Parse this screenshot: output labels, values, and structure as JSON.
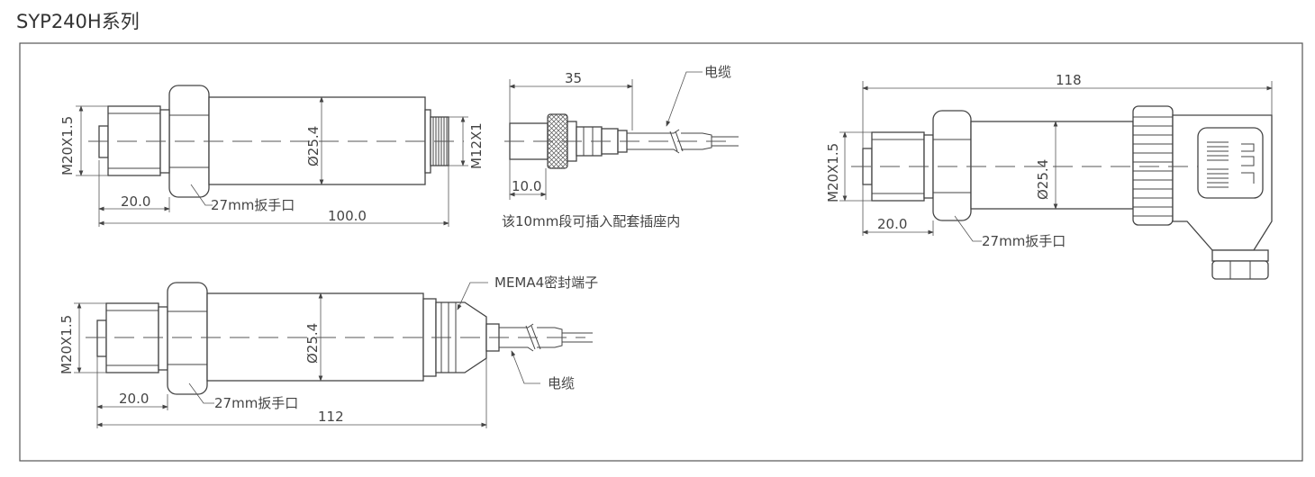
{
  "title": "SYP240H系列",
  "drawing1": {
    "thread": "M20X1.5",
    "hex_dim": "20.0",
    "wrench": "27mm扳手口",
    "length": "100.0",
    "diameter": "Ø25.4",
    "connector_thread": "M12X1"
  },
  "drawing2": {
    "length": "35",
    "cable": "电缆",
    "insert_length": "10.0",
    "note": "该10mm段可插入配套插座内"
  },
  "drawing3": {
    "length": "118",
    "thread": "M20X1.5",
    "diameter": "Ø25.4",
    "hex_dim": "20.0",
    "wrench": "27mm扳手口"
  },
  "drawing4": {
    "terminal": "MEMA4密封端子",
    "thread": "M20X1.5",
    "diameter": "Ø25.4",
    "hex_dim": "20.0",
    "wrench": "27mm扳手口",
    "length": "112",
    "cable": "电缆"
  },
  "colors": {
    "line": "#444444",
    "frame": "#555555",
    "title": "#333333"
  }
}
